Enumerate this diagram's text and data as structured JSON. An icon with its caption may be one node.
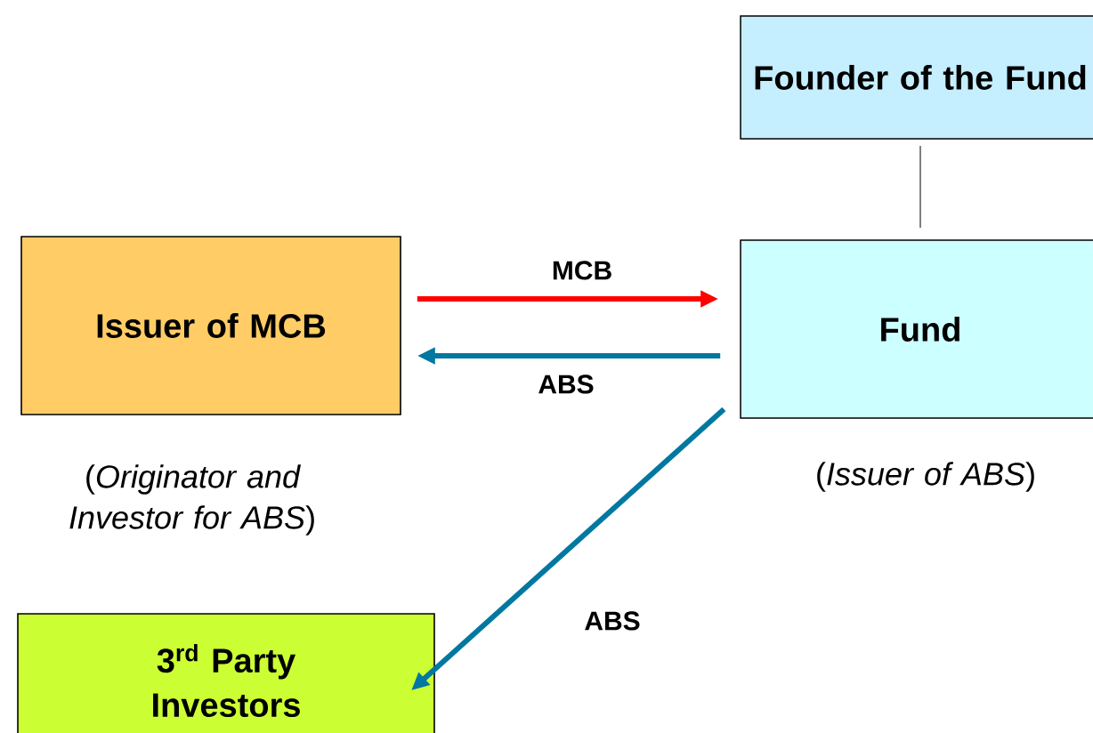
{
  "diagram": {
    "nodes": [
      {
        "text": [
          "Founder of the Fund"
        ]
      },
      {
        "text": [
          "Issuer of MCB"
        ],
        "beside": [
          "(*Originator and Investor for ABS*)"
        ]
      },
      {
        "text": [
          "Fund"
        ],
        "beside": [
          "(*Issuer of ABS*)"
        ]
      },
      {
        "text": [
          "3$^{rd}$ Party Investors"
        ]
      }
    ],
    "edges": [
      {
        "from": 0,
        "to": 2,
        "arrow": "none",
        "color": "#808080"
      },
      {
        "from": 1,
        "to": 2,
        "arrow": "to",
        "label": "MCB",
        "color": "#ff0000"
      },
      {
        "from": 2,
        "to": 1,
        "arrow": "to",
        "label": "ABS",
        "color": "#0078a0"
      },
      {
        "from": 2,
        "to": 3,
        "arrow": "to",
        "label": "ABS",
        "color": "#0078a0"
      }
    ]
  }
}
